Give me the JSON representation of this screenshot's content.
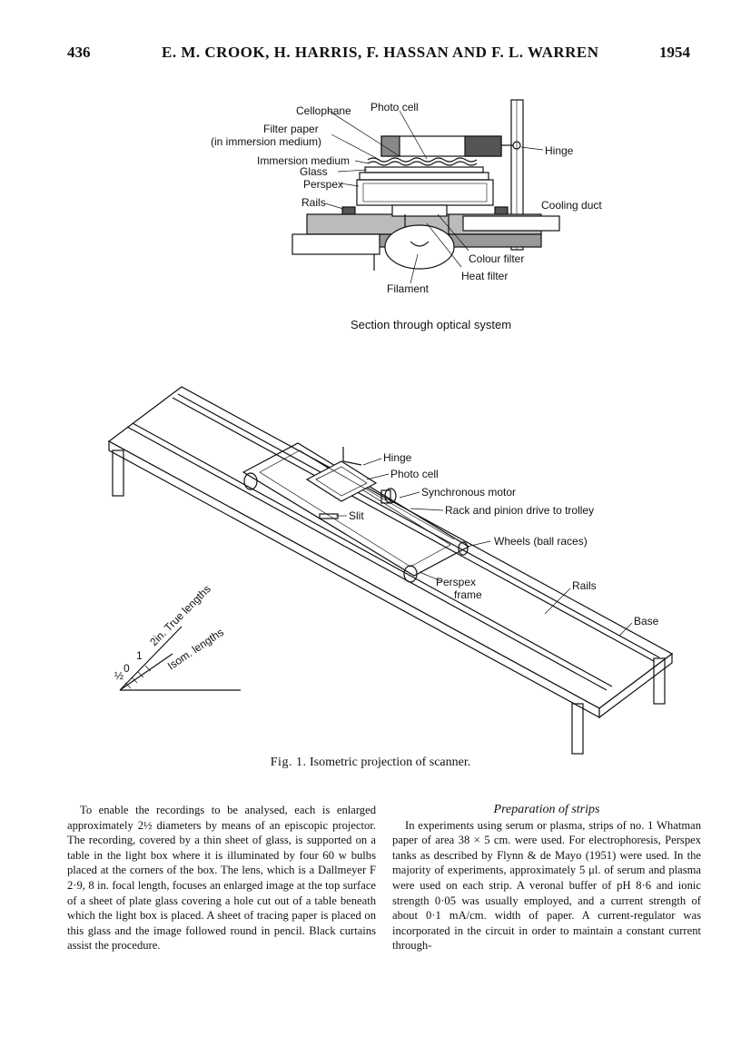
{
  "header": {
    "page_number": "436",
    "authors": "E. M. CROOK, H. HARRIS, F. HASSAN AND F. L. WARREN",
    "year": "1954"
  },
  "figure_top": {
    "labels": {
      "cellophane": "Cellophane",
      "photo_cell": "Photo cell",
      "filter_paper": "Filter paper",
      "filter_paper_sub": "(in immersion medium)",
      "hinge": "Hinge",
      "immersion_medium": "Immersion medium",
      "glass": "Glass",
      "perspex": "Perspex",
      "rails": "Rails",
      "cooling_duct": "Cooling duct",
      "colour_filter": "Colour filter",
      "heat_filter": "Heat filter",
      "filament": "Filament"
    },
    "caption": "Section through optical system"
  },
  "figure_bottom": {
    "labels": {
      "hinge": "Hinge",
      "photo_cell": "Photo cell",
      "synchronous_motor": "Synchronous motor",
      "rack_pinion": "Rack and pinion drive to trolley",
      "slit": "Slit",
      "wheels": "Wheels (ball races)",
      "perspex": "Perspex",
      "frame": "frame",
      "rails": "Rails",
      "base": "Base"
    },
    "scale": {
      "true_lengths": "2in. True lengths",
      "isom_lengths": "Isom. lengths",
      "t_half": "½",
      "t0": "0",
      "t1": "1"
    }
  },
  "figure_caption": {
    "label": "Fig. 1.",
    "text": "Isometric projection of scanner."
  },
  "body": {
    "left_paragraph": "To enable the recordings to be analysed, each is enlarged approximately 2½ diameters by means of an episcopic projector. The recording, covered by a thin sheet of glass, is supported on a table in the light box where it is illuminated by four 60 w bulbs placed at the corners of the box. The lens, which is a Dallmeyer F 2·9, 8 in. focal length, focuses an enlarged image at the top surface of a sheet of plate glass covering a hole cut out of a table beneath which the light box is placed. A sheet of tracing paper is placed on this glass and the image followed round in pencil. Black curtains assist the procedure.",
    "section_title": "Preparation of strips",
    "right_paragraph": "In experiments using serum or plasma, strips of no. 1 Whatman paper of area 38 × 5 cm. were used. For electrophoresis, Perspex tanks as described by Flynn & de Mayo (1951) were used. In the majority of experiments, approximately 5 μl. of serum and plasma were used on each strip. A veronal buffer of pH 8·6 and ionic strength 0·05 was usually employed, and a current strength of about 0·1 mA/cm. width of paper. A current-regulator was incorporated in the circuit in order to maintain a constant current through-"
  }
}
